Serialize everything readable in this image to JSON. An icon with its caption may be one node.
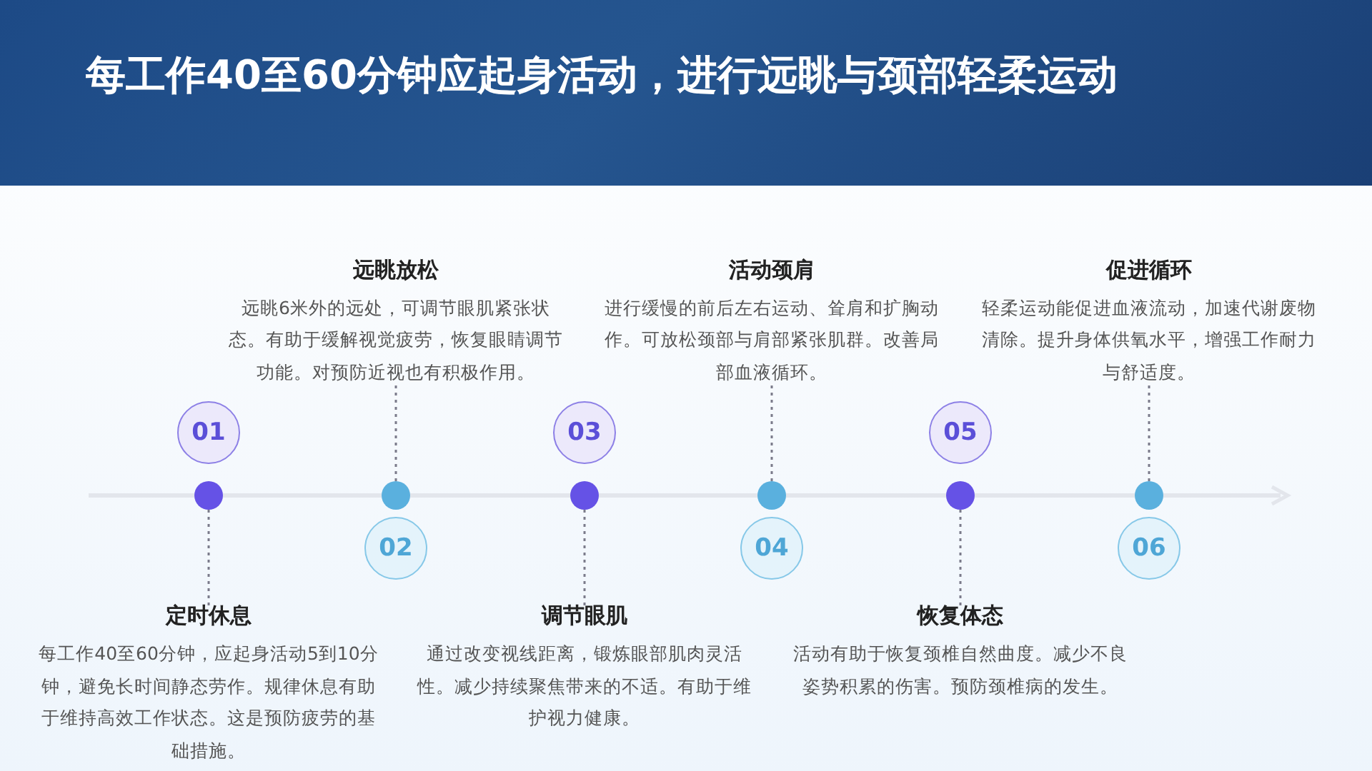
{
  "diagram": {
    "title": "每工作40至60分钟应起身活动，进行远眺与颈部轻柔运动",
    "nodes": [
      {
        "text": [
          "01"
        ]
      },
      {
        "text": [],
        "shape": "circle"
      },
      {
        "text": [
          "定时休息",
          "每工作40至60分钟，应起身活动5到10分钟，避免长时间静态劳作。规律休息有助于维持高效工作状态。这是预防疲劳的基础措施。"
        ]
      },
      {
        "text": [
          "02"
        ]
      },
      {
        "text": [],
        "shape": "circle"
      },
      {
        "text": [
          "远眺放松",
          "远眺6米外的远处，可调节眼肌紧张状态。有助于缓解视觉疲劳，恢复眼睛调节功能。对预防近视也有积极作用。"
        ]
      },
      {
        "text": [
          "03"
        ]
      },
      {
        "text": [],
        "shape": "circle"
      },
      {
        "text": [
          "调节眼肌",
          "通过改变视线距离，锻炼眼部肌肉灵活性。减少持续聚焦带来的不适。有助于维护视力健康。"
        ]
      },
      {
        "text": [
          "04"
        ]
      },
      {
        "text": [],
        "shape": "circle"
      },
      {
        "text": [
          "活动颈肩",
          "进行缓慢的前后左右运动、耸肩和扩胸动作。可放松颈部与肩部紧张肌群。改善局部血液循环。"
        ]
      },
      {
        "text": [
          "05"
        ]
      },
      {
        "text": [],
        "shape": "circle"
      },
      {
        "text": [
          "恢复体态",
          "活动有助于恢复颈椎自然曲度。减少不良姿势积累的伤害。预防颈椎病的发生。"
        ]
      },
      {
        "text": [
          "06"
        ]
      },
      {
        "text": [],
        "shape": "circle"
      },
      {
        "text": [
          "促进循环",
          "轻柔运动能促进血液流动，加速代谢废物清除。提升身体供氧水平，增强工作耐力与舒适度。"
        ]
      }
    ],
    "edges": [
      {
        "from": 1,
        "to": 2,
        "arrow": "none",
        "style": "dashed"
      },
      {
        "from": 4,
        "to": 5,
        "arrow": "none",
        "style": "dashed"
      },
      {
        "from": 7,
        "to": 8,
        "arrow": "none",
        "style": "dashed"
      },
      {
        "from": 10,
        "to": 11,
        "arrow": "none",
        "style": "dashed"
      },
      {
        "from": 13,
        "to": 14,
        "arrow": "none",
        "style": "dashed"
      },
      {
        "from": 16,
        "to": 17,
        "arrow": "none",
        "style": "dashed"
      }
    ]
  }
}
